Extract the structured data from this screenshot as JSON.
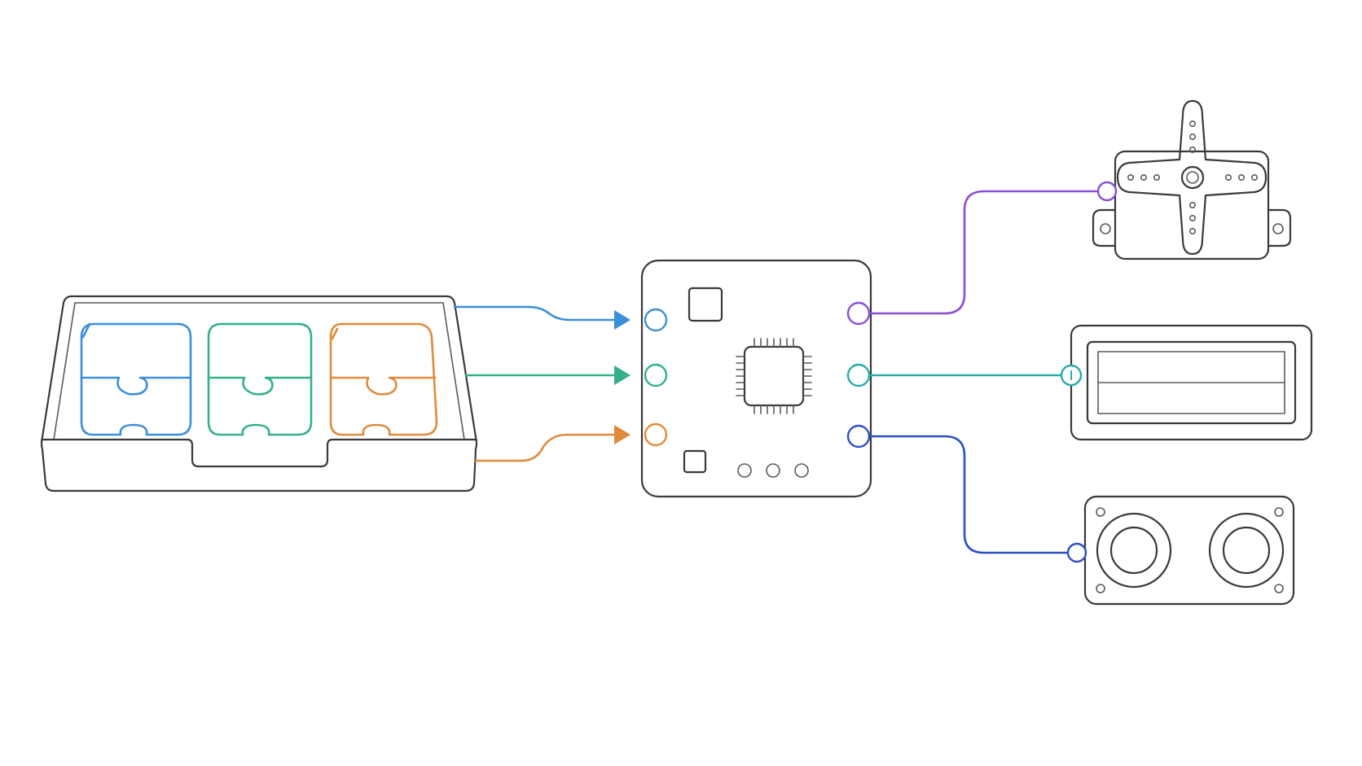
{
  "colors": {
    "blue": "#3a8fd8",
    "green": "#33b08a",
    "orange": "#e08a3a",
    "purple": "#8a4fd6",
    "teal": "#2aaba8",
    "navy": "#2c4fc4",
    "outline": "#3a3a3a",
    "background": "#ffffff"
  },
  "blocks": [
    {
      "id": "block-blue",
      "color": "blue"
    },
    {
      "id": "block-green",
      "color": "green"
    },
    {
      "id": "block-orange",
      "color": "orange"
    }
  ],
  "inputs": [
    {
      "from": "block-blue",
      "color": "blue"
    },
    {
      "from": "block-green",
      "color": "green"
    },
    {
      "from": "block-orange",
      "color": "orange"
    }
  ],
  "outputs": [
    {
      "to": "servo-motor-icon",
      "color": "purple"
    },
    {
      "to": "lcd-display-icon",
      "color": "teal"
    },
    {
      "to": "speaker-module-icon",
      "color": "navy"
    }
  ],
  "devices": [
    "servo-motor-icon",
    "lcd-display-icon",
    "speaker-module-icon"
  ]
}
